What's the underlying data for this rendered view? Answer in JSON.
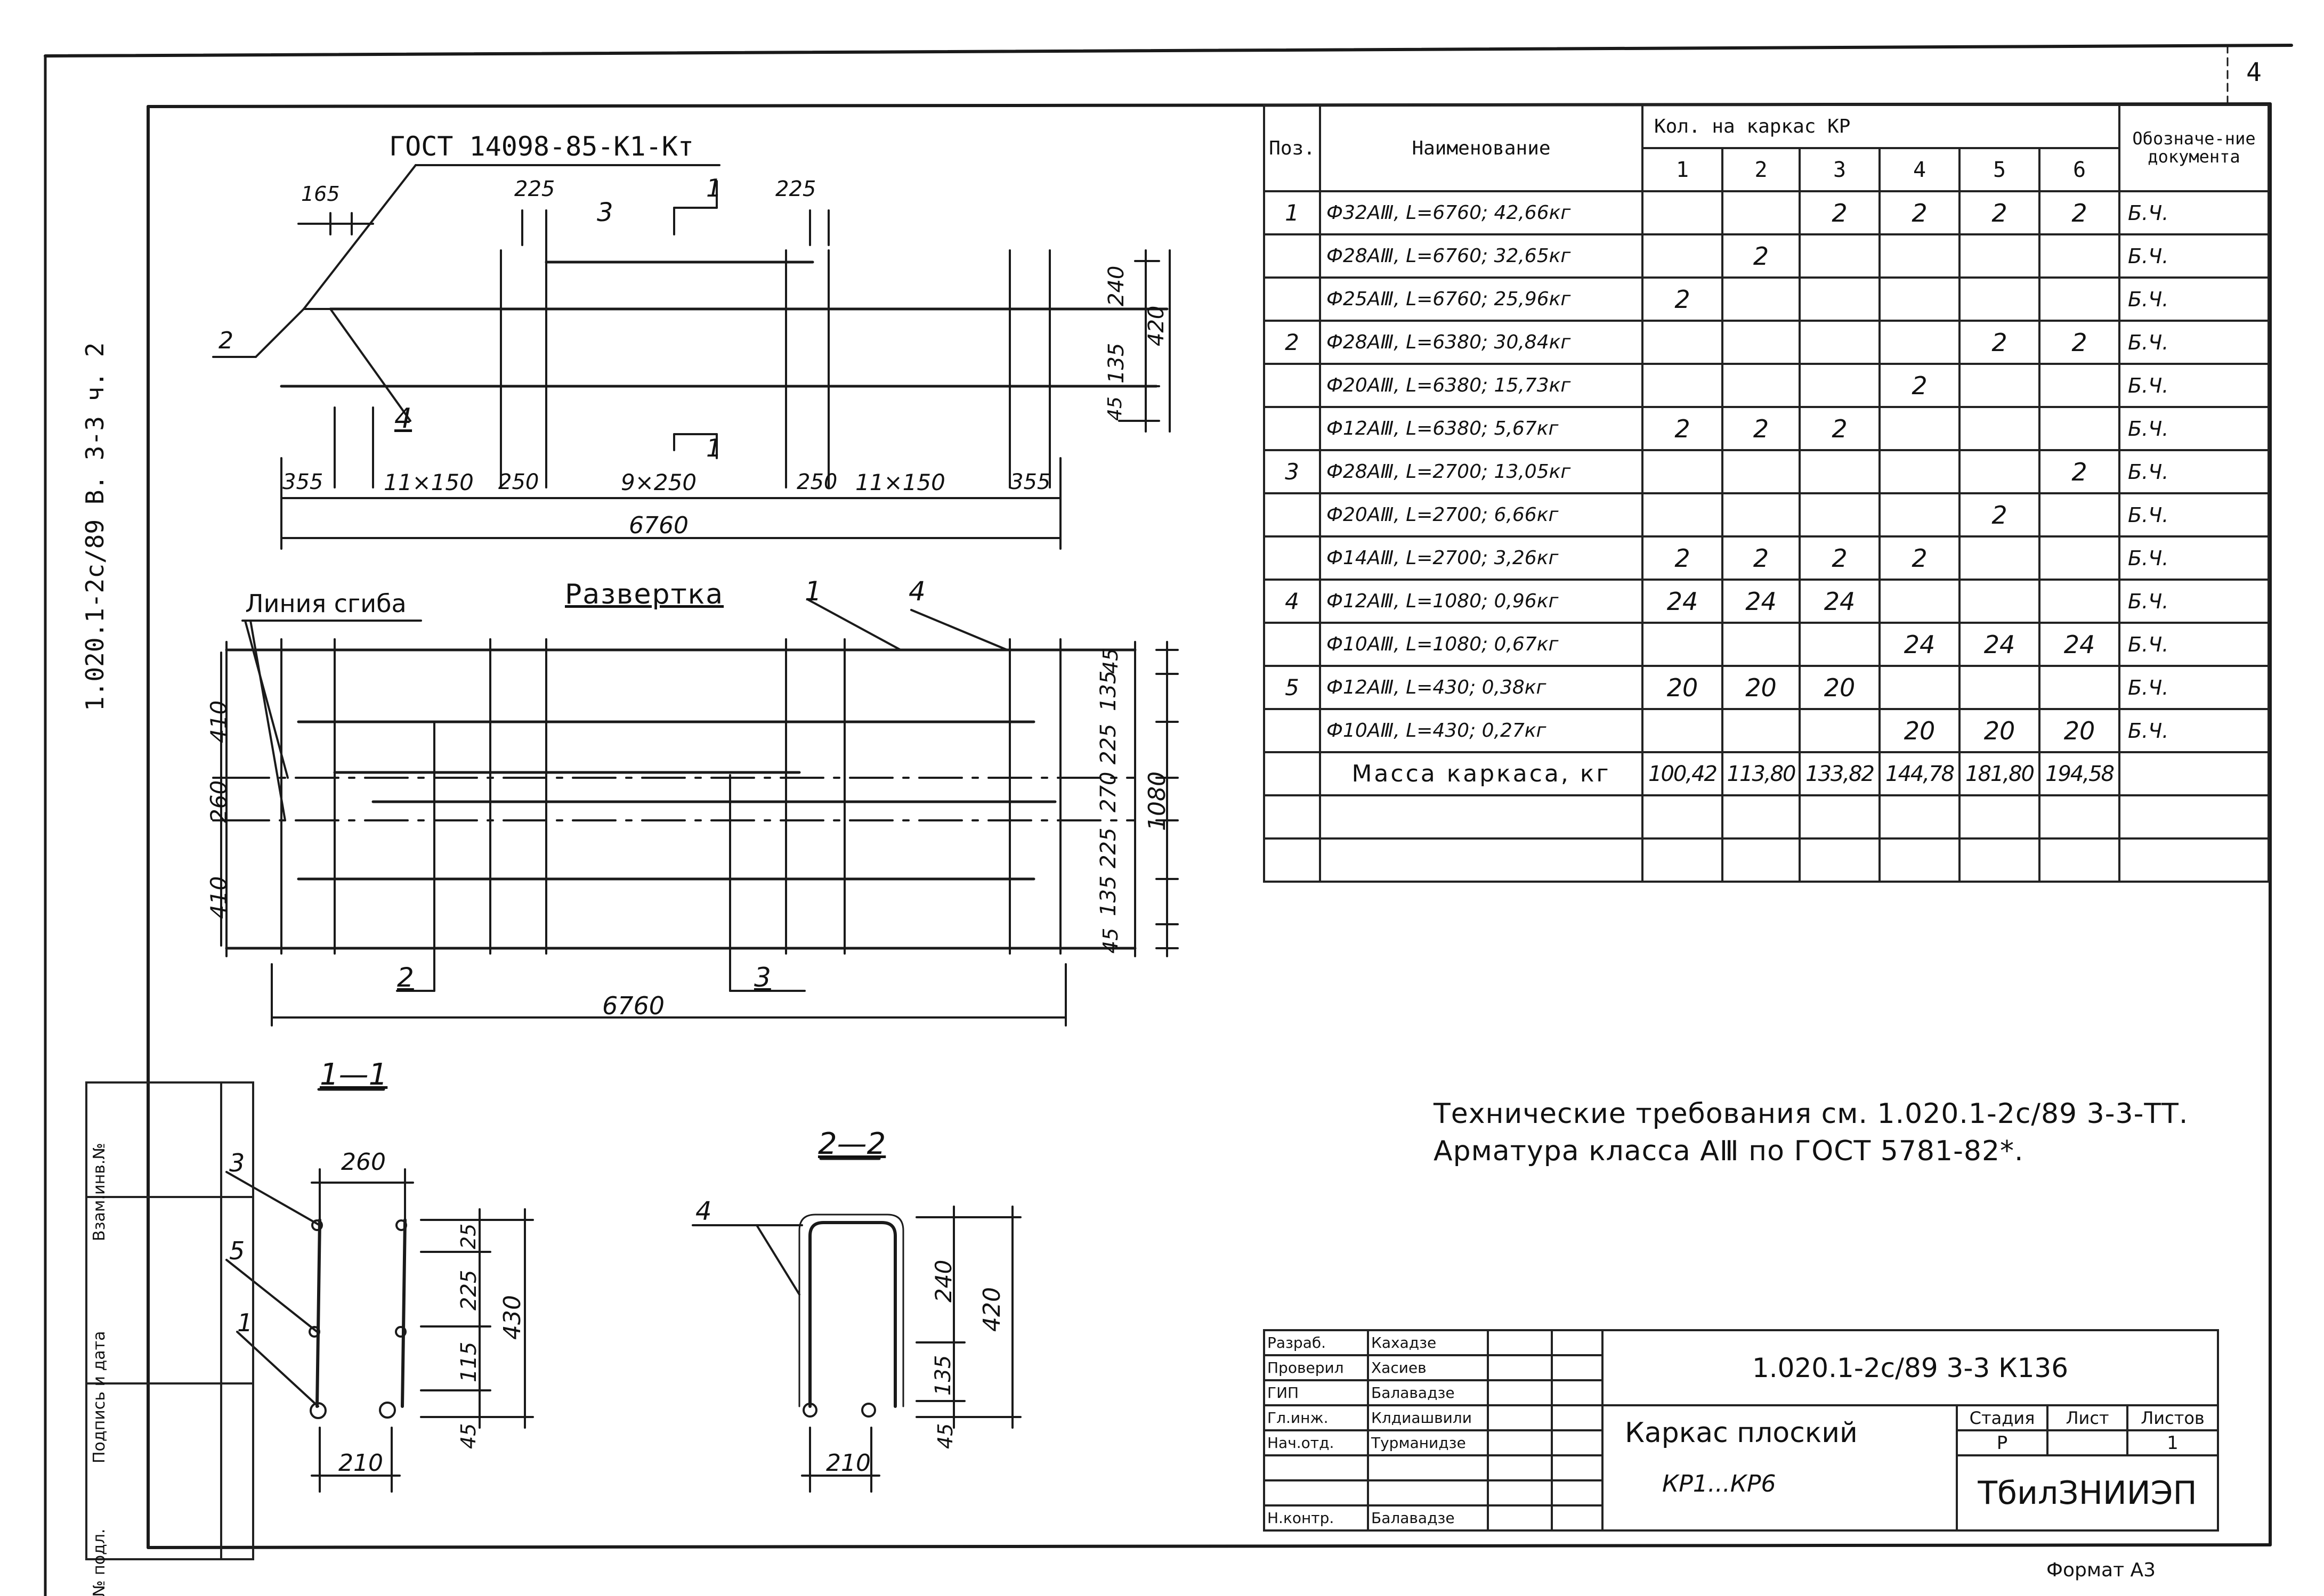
{
  "sheet": {
    "corner_number": "4",
    "side_code": "1.020.1-2с/89  В. 3-3  ч. 2",
    "format": "Формат А3"
  },
  "side_stamp": [
    "Инв.№ подл.",
    "Подпись и дата",
    "Взам.инв.№"
  ],
  "drawing": {
    "gost_label": "ГОСТ 14098-85-К1-Кт",
    "leaders": {
      "p1": "1",
      "p2": "2",
      "p3": "3",
      "p4": "4",
      "p5": "5"
    },
    "top_dims": {
      "d165": "165",
      "d225a": "225",
      "d225b": "225",
      "d240": "240",
      "d420": "420",
      "d135": "135",
      "d45": "45",
      "d355a": "355",
      "d11x150a": "11×150",
      "d250a": "250",
      "d9x250": "9×250",
      "d250b": "250",
      "d11x150b": "11×150",
      "d355b": "355",
      "d6760": "6760",
      "cut": "1"
    },
    "flat": {
      "fold_line": "Линия сгиба",
      "title": "Развертка",
      "right_dims": [
        "45",
        "135",
        "225",
        "270",
        "225",
        "135",
        "45"
      ],
      "total": "1080",
      "left_dims": [
        "410",
        "260",
        "410"
      ],
      "length": "6760"
    },
    "section11": {
      "title": "1—1",
      "w_top": "260",
      "w_bot": "210",
      "dims": [
        "25",
        "225",
        "115",
        "45"
      ],
      "total": "430"
    },
    "section22": {
      "title": "2—2",
      "w_bot": "210",
      "dims": [
        "240",
        "135",
        "45"
      ],
      "total": "420"
    }
  },
  "spec_table": {
    "headers": {
      "pos": "Поз.",
      "name": "Наименование",
      "qty": "Кол. на каркас КР",
      "doc": "Обозначе-ние документа"
    },
    "frames": [
      "1",
      "2",
      "3",
      "4",
      "5",
      "6"
    ],
    "rows": [
      {
        "pos": "1",
        "name": "Ф32АⅢ, L=6760; 42,66кг",
        "q": [
          "",
          "",
          "2",
          "2",
          "2",
          "2"
        ],
        "doc": "Б.Ч."
      },
      {
        "pos": "",
        "name": "Ф28АⅢ, L=6760; 32,65кг",
        "q": [
          "",
          "2",
          "",
          "",
          "",
          ""
        ],
        "doc": "Б.Ч."
      },
      {
        "pos": "",
        "name": "Ф25АⅢ, L=6760; 25,96кг",
        "q": [
          "2",
          "",
          "",
          "",
          "",
          ""
        ],
        "doc": "Б.Ч."
      },
      {
        "pos": "2",
        "name": "Ф28АⅢ, L=6380; 30,84кг",
        "q": [
          "",
          "",
          "",
          "",
          "2",
          "2"
        ],
        "doc": "Б.Ч."
      },
      {
        "pos": "",
        "name": "Ф20АⅢ, L=6380; 15,73кг",
        "q": [
          "",
          "",
          "",
          "2",
          "",
          ""
        ],
        "doc": "Б.Ч."
      },
      {
        "pos": "",
        "name": "Ф12АⅢ, L=6380; 5,67кг",
        "q": [
          "2",
          "2",
          "2",
          "",
          "",
          ""
        ],
        "doc": "Б.Ч."
      },
      {
        "pos": "3",
        "name": "Ф28АⅢ, L=2700; 13,05кг",
        "q": [
          "",
          "",
          "",
          "",
          "",
          "2"
        ],
        "doc": "Б.Ч."
      },
      {
        "pos": "",
        "name": "Ф20АⅢ, L=2700; 6,66кг",
        "q": [
          "",
          "",
          "",
          "",
          "2",
          ""
        ],
        "doc": "Б.Ч."
      },
      {
        "pos": "",
        "name": "Ф14АⅢ, L=2700; 3,26кг",
        "q": [
          "2",
          "2",
          "2",
          "2",
          "",
          ""
        ],
        "doc": "Б.Ч."
      },
      {
        "pos": "4",
        "name": "Ф12АⅢ, L=1080; 0,96кг",
        "q": [
          "24",
          "24",
          "24",
          "",
          "",
          ""
        ],
        "doc": "Б.Ч."
      },
      {
        "pos": "",
        "name": "Ф10АⅢ, L=1080; 0,67кг",
        "q": [
          "",
          "",
          "",
          "24",
          "24",
          "24"
        ],
        "doc": "Б.Ч."
      },
      {
        "pos": "5",
        "name": "Ф12АⅢ, L=430; 0,38кг",
        "q": [
          "20",
          "20",
          "20",
          "",
          "",
          ""
        ],
        "doc": "Б.Ч."
      },
      {
        "pos": "",
        "name": "Ф10АⅢ, L=430; 0,27кг",
        "q": [
          "",
          "",
          "",
          "20",
          "20",
          "20"
        ],
        "doc": "Б.Ч."
      }
    ],
    "mass_label": "Масса каркаса, кг",
    "mass": [
      "100,42",
      "113,80",
      "133,82",
      "144,78",
      "181,80",
      "194,58"
    ]
  },
  "notes": {
    "line1": "Технические требования см. 1.020.1-2с/89 3-3-ТТ.",
    "line2": "Арматура класса АⅢ по ГОСТ 5781-82*."
  },
  "title_block": {
    "roles": [
      {
        "role": "Разраб.",
        "name": "Кахадзе"
      },
      {
        "role": "Проверил",
        "name": "Хасиев"
      },
      {
        "role": "ГИП",
        "name": "Балавадзе"
      },
      {
        "role": "Гл.инж.",
        "name": "Клдиашвили"
      },
      {
        "role": "Нач.отд.",
        "name": "Турманидзе"
      },
      {
        "role": "",
        "name": ""
      },
      {
        "role": "",
        "name": ""
      },
      {
        "role": "Н.контр.",
        "name": "Балавадзе"
      }
    ],
    "doc_code": "1.020.1-2с/89  3-3  К136",
    "name_line1": "Каркас плоский",
    "name_line2": "КР1...КР6",
    "stage_label": "Стадия",
    "sheet_label": "Лист",
    "sheets_label": "Листов",
    "stage": "Р",
    "sheet": "",
    "sheets": "1",
    "org": "ТбилЗНИИЭП"
  }
}
